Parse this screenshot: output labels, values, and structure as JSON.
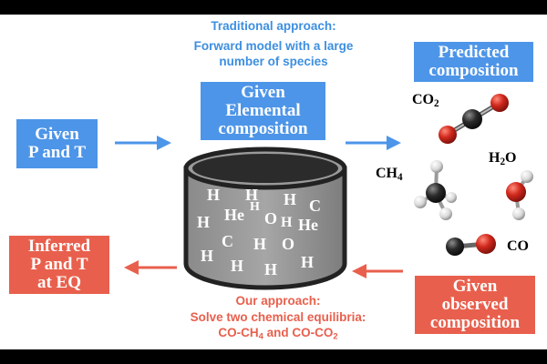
{
  "traditional": {
    "heading": "Traditional approach:",
    "line1": "Forward model with a large",
    "line2": "number of species"
  },
  "boxes": {
    "given_pt": [
      "Given",
      "P and T"
    ],
    "given_elemental": [
      "Given",
      "Elemental",
      "composition"
    ],
    "predicted": [
      "Predicted",
      "composition"
    ],
    "inferred": [
      "Inferred",
      "P and T",
      "at EQ"
    ],
    "given_observed": [
      "Given",
      "observed",
      "composition"
    ]
  },
  "ours": {
    "heading": "Our approach:",
    "line1": "Solve two chemical equilibria:",
    "line2_prefix": "CO-CH",
    "line2_sub1": "4",
    "line2_mid": " and CO-CO",
    "line2_sub2": "2"
  },
  "molecules": {
    "co2": {
      "base": "CO",
      "sub": "2"
    },
    "ch4": {
      "base": "CH",
      "sub": "4"
    },
    "h2o": {
      "base": "H",
      "sub": "2",
      "tail": "O"
    },
    "co": "CO"
  },
  "container_atoms": [
    "H",
    "H",
    "H",
    "C",
    "H",
    "He",
    "O",
    "He",
    "H",
    "C",
    "H",
    "O",
    "H",
    "H",
    "H",
    "H",
    "H"
  ],
  "colors": {
    "blue": "#4d95e8",
    "red": "#e8604d",
    "traditional_text": "#3d8fe0",
    "our_text": "#e8604d"
  }
}
